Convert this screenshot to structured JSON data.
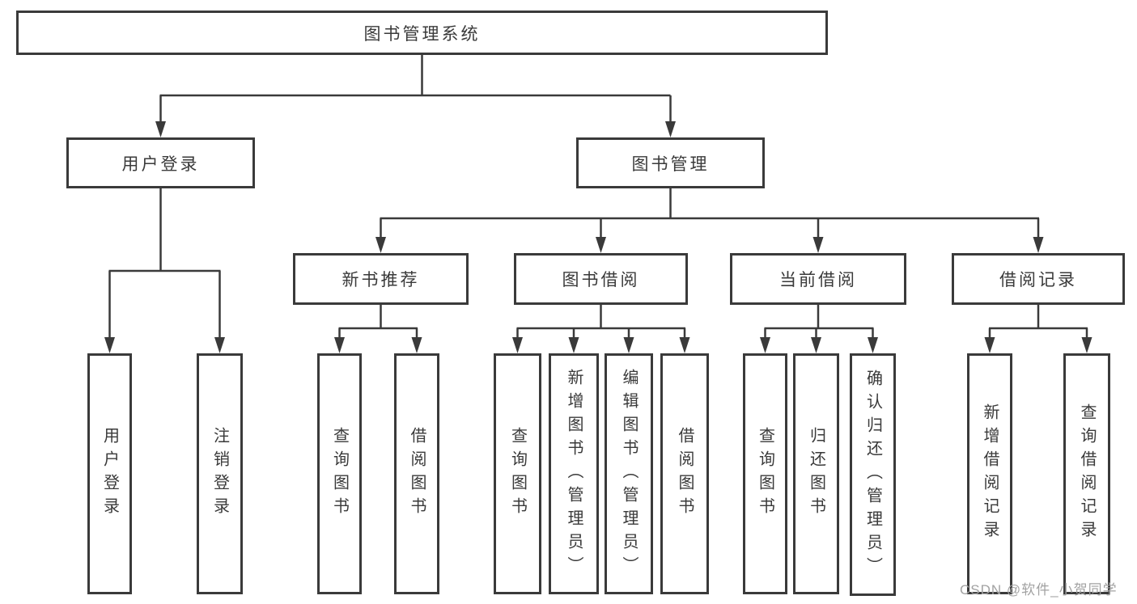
{
  "tree": {
    "label": "图书管理系统",
    "children": [
      {
        "label": "用户登录",
        "children": [
          {
            "label": "用户登录"
          },
          {
            "label": "注销登录"
          }
        ]
      },
      {
        "label": "图书管理",
        "children": [
          {
            "label": "新书推荐",
            "children": [
              {
                "label": "查询图书"
              },
              {
                "label": "借阅图书"
              }
            ]
          },
          {
            "label": "图书借阅",
            "children": [
              {
                "label": "查询图书"
              },
              {
                "label": "新增图书（管理员）"
              },
              {
                "label": "编辑图书（管理员）"
              },
              {
                "label": "借阅图书"
              }
            ]
          },
          {
            "label": "当前借阅",
            "children": [
              {
                "label": "查询图书"
              },
              {
                "label": "归还图书"
              },
              {
                "label": "确认归还（管理员）"
              }
            ]
          },
          {
            "label": "借阅记录",
            "children": [
              {
                "label": "新增借阅记录"
              },
              {
                "label": "查询借阅记录"
              }
            ]
          }
        ]
      }
    ]
  },
  "watermark": {
    "text": "CSDN @软件_小贺同学"
  },
  "colors": {
    "line": "#3a3a3a",
    "box_border": "#3a3a3a",
    "text": "#3a3a3a",
    "watermark": "#a2a2a2",
    "background": "#ffffff"
  }
}
